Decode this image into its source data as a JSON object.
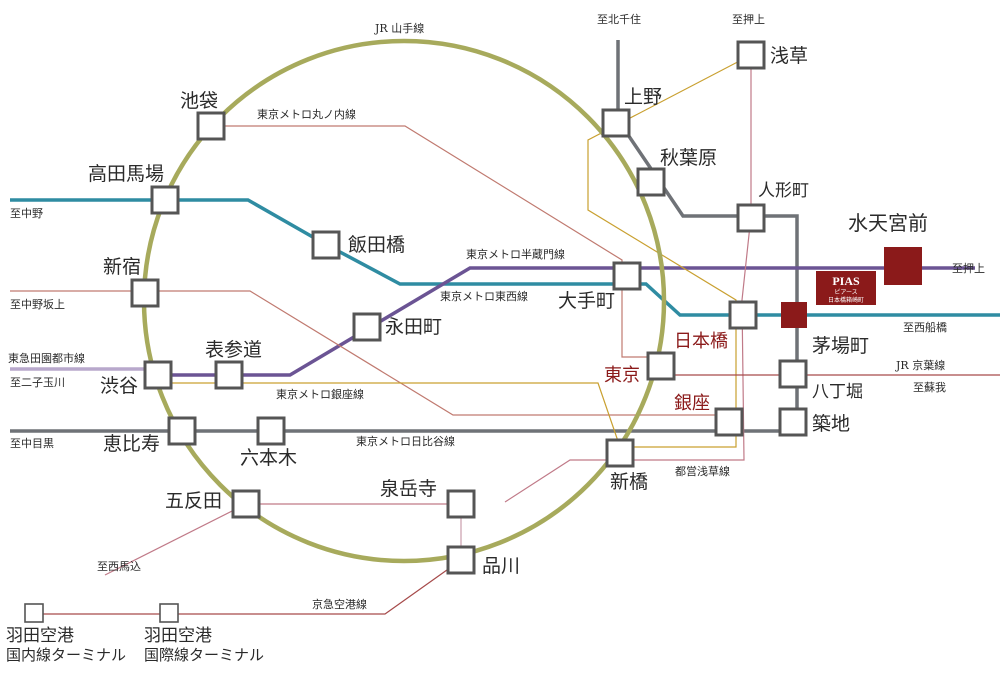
{
  "lines": {
    "yamanote": "JR 山手線",
    "marunouchi": "東京メトロ丸ノ内線",
    "hanzomon": "東京メトロ半蔵門線",
    "tozai": "東京メトロ東西線",
    "ginza": "東京メトロ銀座線",
    "hibiya": "東京メトロ日比谷線",
    "asakusa": "都営浅草線",
    "keikyu": "京急空港線",
    "keiyo": "JR 京葉線",
    "denentoshi": "東急田園都市線"
  },
  "directions": {
    "kitasenju": "至北千住",
    "oshiage_top": "至押上",
    "nakano": "至中野",
    "nakanosakaue": "至中野坂上",
    "futakotamagawa": "至二子玉川",
    "nakameguro": "至中目黒",
    "nishimagome": "至西馬込",
    "oshiage_right": "至押上",
    "nishifunabashi": "至西船橋",
    "soga": "至蘇我"
  },
  "stations": {
    "ikebukuro": "池袋",
    "takadanobaba": "高田馬場",
    "shinjuku": "新宿",
    "shibuya": "渋谷",
    "ebisu": "恵比寿",
    "gotanda": "五反田",
    "shinagawa": "品川",
    "sengakuji": "泉岳寺",
    "shimbashi": "新橋",
    "tokyo": "東京",
    "ginza": "銀座",
    "nihombashi": "日本橋",
    "otemachi": "大手町",
    "akihabara": "秋葉原",
    "ueno": "上野",
    "asakusa": "浅草",
    "ningyocho": "人形町",
    "kayabacho": "茅場町",
    "hatchobori": "八丁堀",
    "tsukiji": "築地",
    "iidabashi": "飯田橋",
    "nagatacho": "永田町",
    "omotesando": "表参道",
    "roppongi": "六本木",
    "suitengumae": "水天宮前",
    "haneda_dom_1": "羽田空港",
    "haneda_dom_2": "国内線ターミナル",
    "haneda_int_1": "羽田空港",
    "haneda_int_2": "国際線ターミナル"
  },
  "property": {
    "brand": "PIAS",
    "kana": "ピアース",
    "place": "日本橋箱崎町"
  },
  "colors": {
    "yamanote": "#a7aa5c",
    "tozai": "#2f8ca2",
    "hanzomon": "#6b5494",
    "hibiya": "#6f7277",
    "ginza": "#c9a030",
    "marunouchi": "#c07a70",
    "asakusa": "#c07a88",
    "keikyu": "#a64a4a",
    "property": "#8b1a1a"
  }
}
